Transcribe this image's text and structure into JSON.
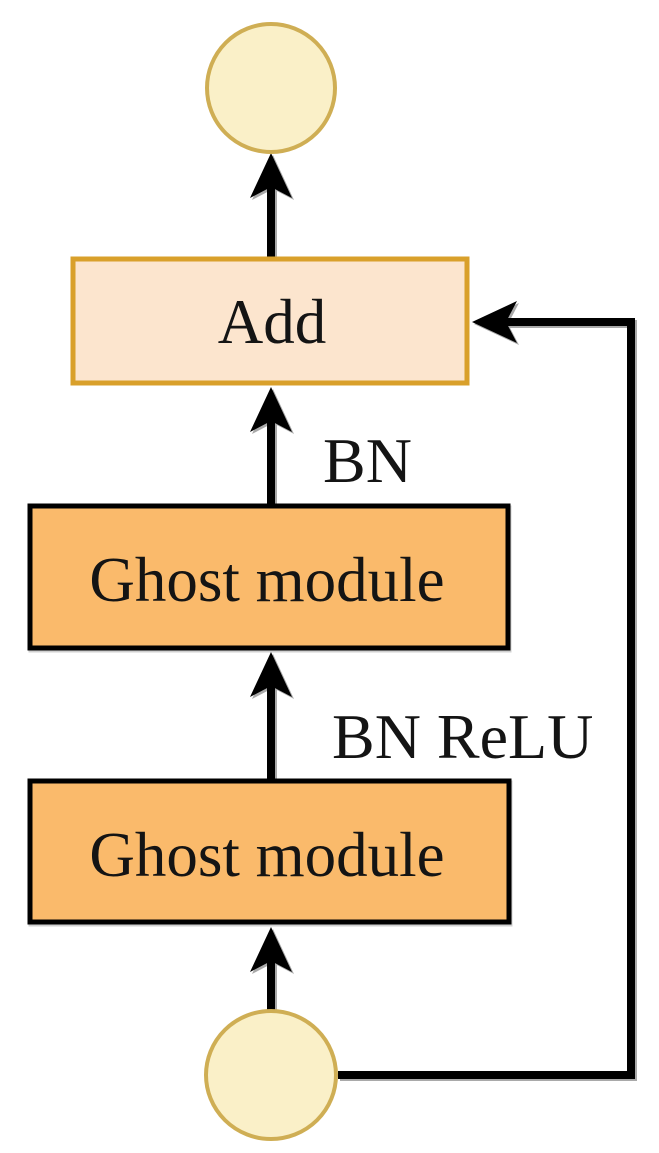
{
  "diagram": {
    "description": "Ghost bottleneck residual block flow diagram",
    "nodes": [
      {
        "id": "output-node",
        "type": "connector-circle",
        "label": ""
      },
      {
        "id": "add-box",
        "type": "operation-box",
        "label": "Add"
      },
      {
        "id": "ghost-module-top",
        "type": "module-box",
        "label": "Ghost module"
      },
      {
        "id": "ghost-module-bottom",
        "type": "module-box",
        "label": "Ghost module"
      },
      {
        "id": "input-node",
        "type": "connector-circle",
        "label": ""
      }
    ],
    "edge_labels": {
      "bn": "BN",
      "bn_relu": "BN ReLU"
    },
    "colors": {
      "background": "#ffffff",
      "module_fill": "#FABA6B",
      "module_border": "#000000",
      "add_fill": "#FCE5CE",
      "add_border": "#D9A02B",
      "node_fill": "#FAF0C8",
      "node_border": "#CFAE54",
      "line": "#000000",
      "text": "#141414"
    }
  }
}
